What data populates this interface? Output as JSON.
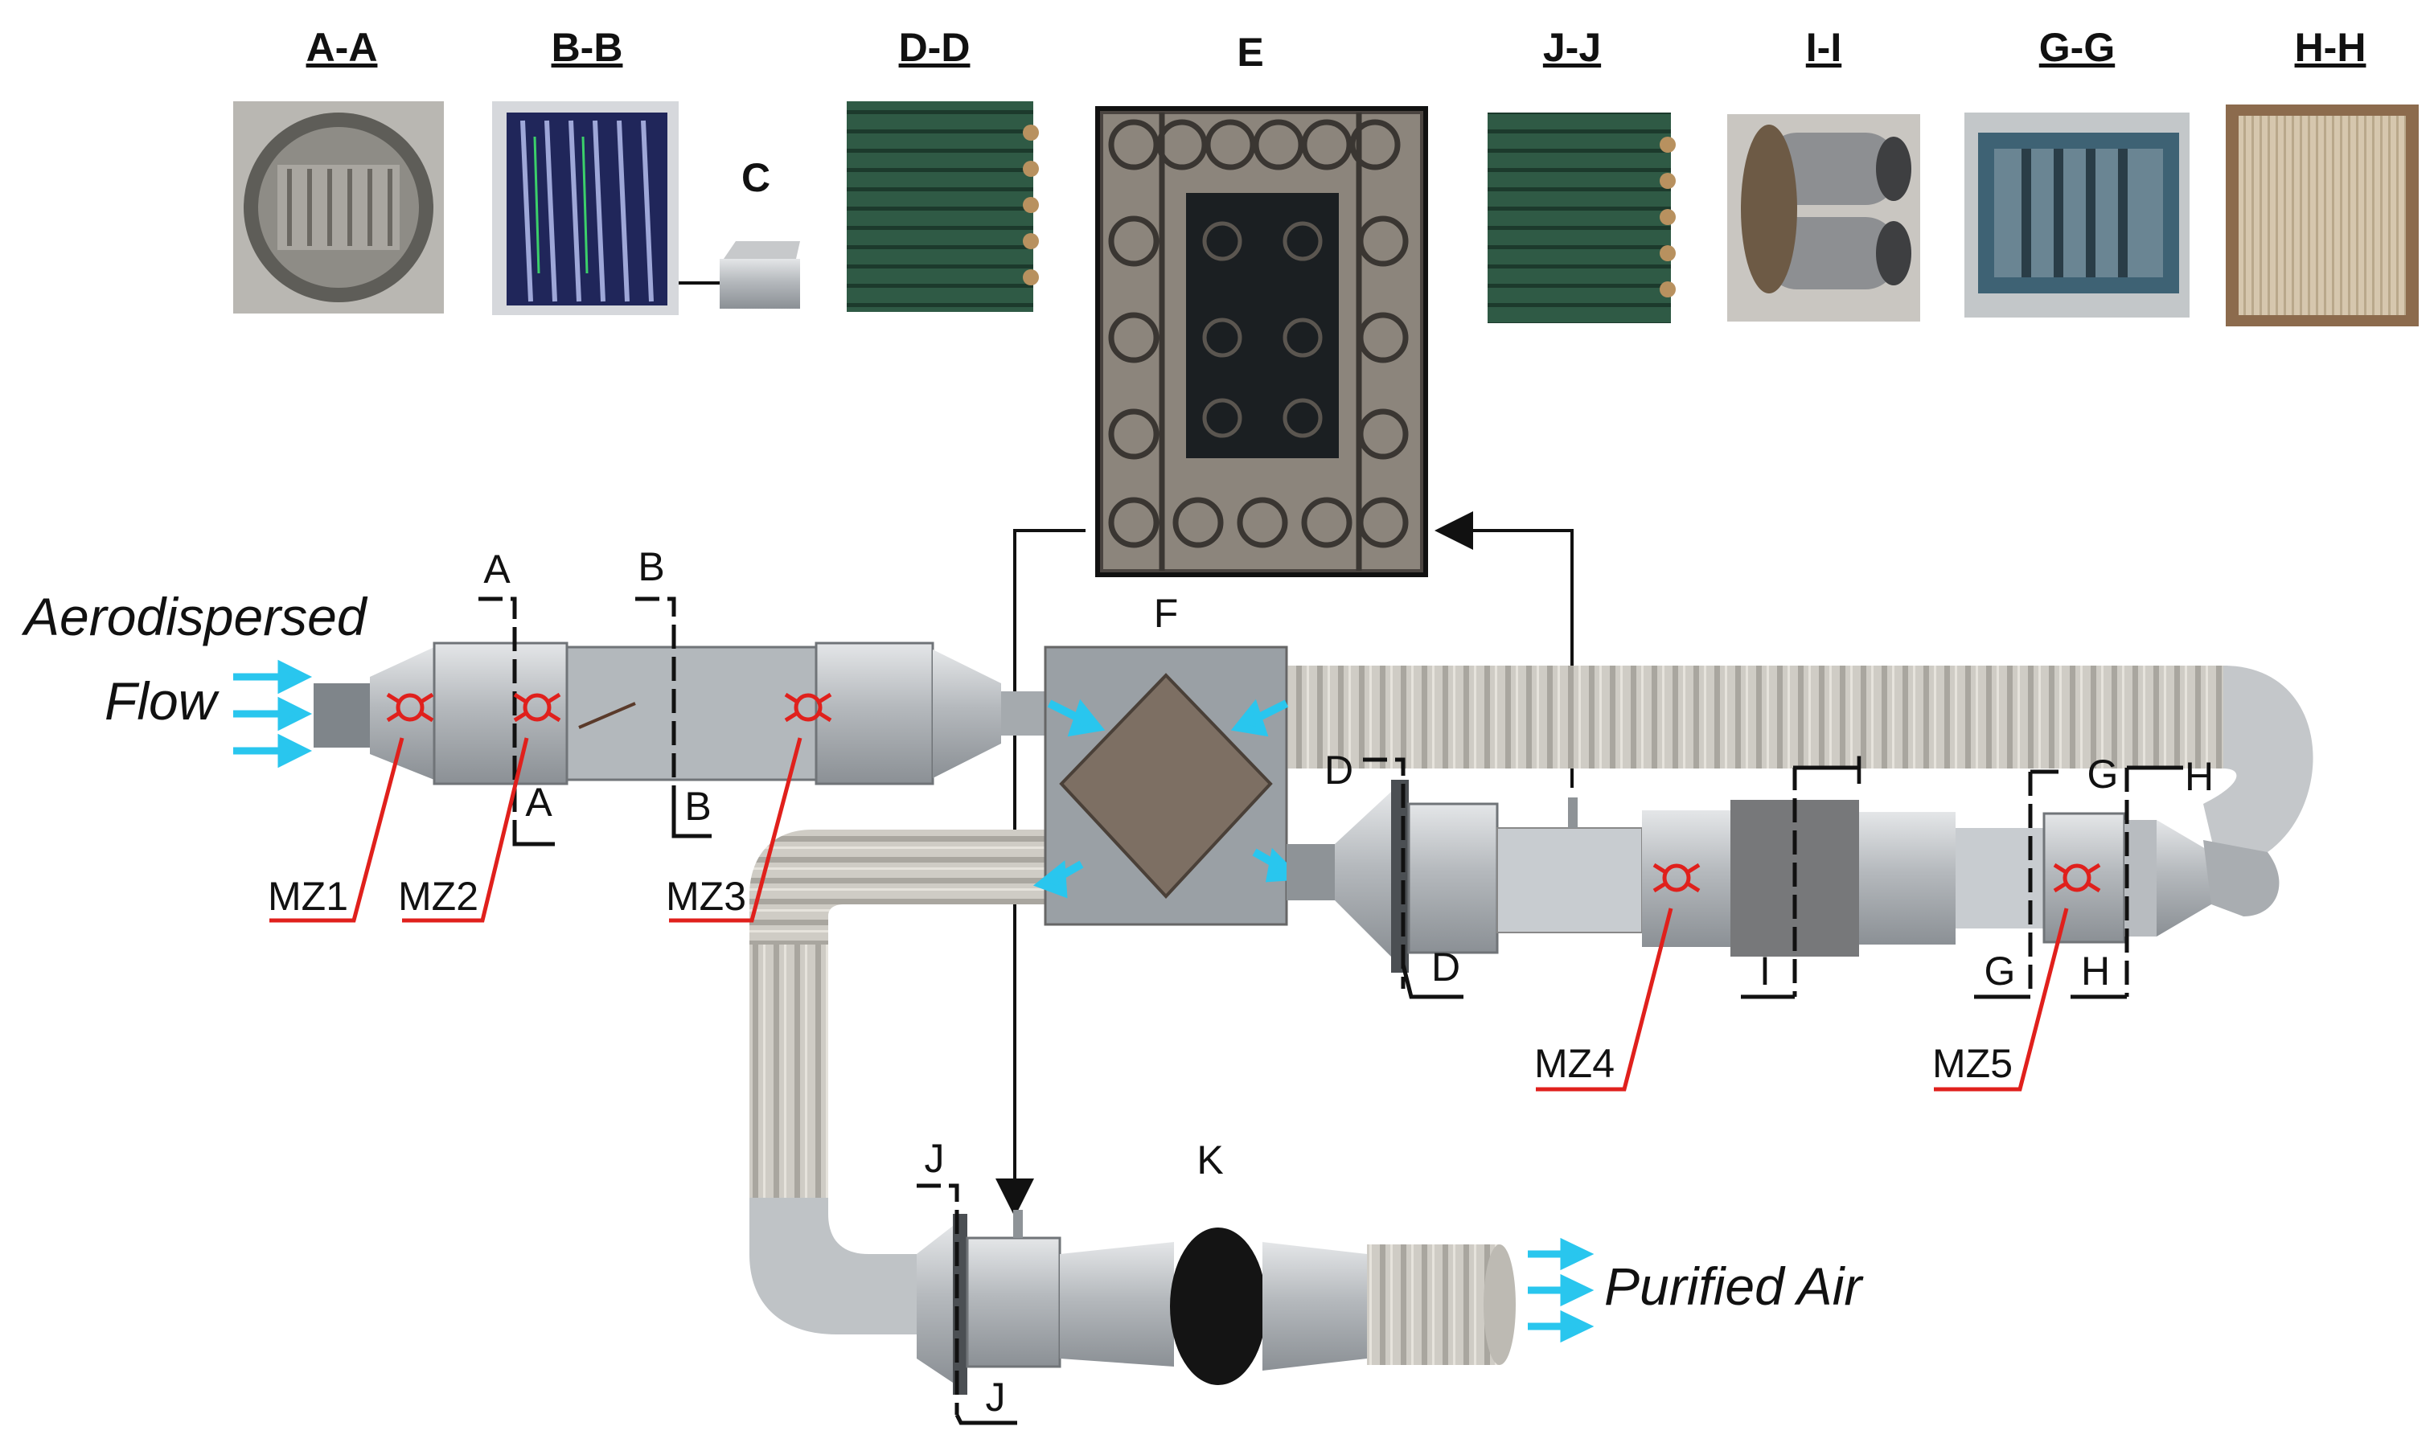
{
  "thumbnails": {
    "aa": "A-A",
    "bb": "B-B",
    "c": "C",
    "dd": "D-D",
    "e": "E",
    "jj": "J-J",
    "ii": "I-I",
    "gg": "G-G",
    "hh": "H-H"
  },
  "flow": {
    "inlet_line1": "Aerodispersed",
    "inlet_line2": "Flow",
    "outlet": "Purified Air"
  },
  "components": {
    "f": "F",
    "k": "K"
  },
  "sections": {
    "a": "A",
    "b": "B",
    "d": "D",
    "i": "I",
    "g": "G",
    "h": "H",
    "j": "J"
  },
  "measurement_zones": [
    "MZ1",
    "MZ2",
    "MZ3",
    "MZ4",
    "MZ5"
  ],
  "colors": {
    "arrow_cyan": "#29c6ee",
    "mz_red": "#e0201c",
    "duct_metal": "#b8bcc0",
    "flex_duct": "#c9c6bf",
    "filter_green": "#2f5a45"
  }
}
